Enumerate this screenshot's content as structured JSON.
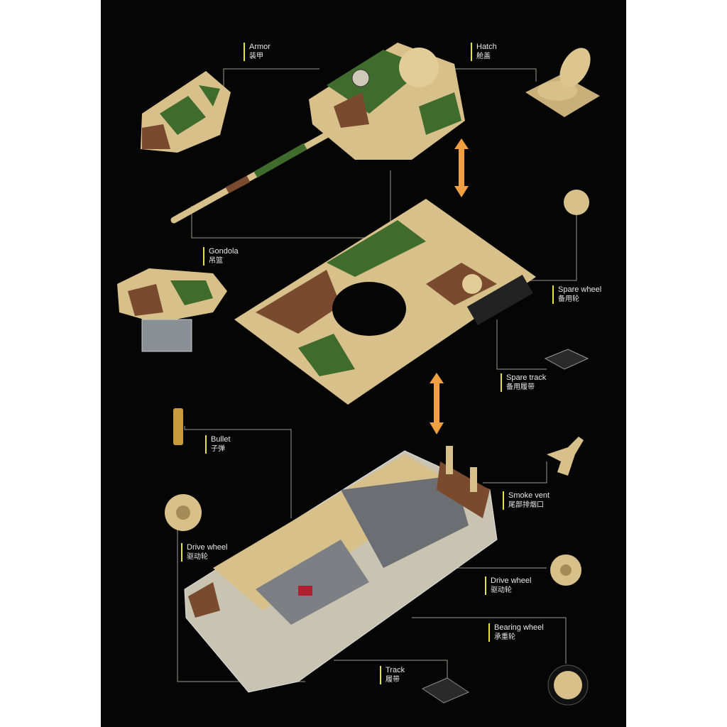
{
  "labels": {
    "armor": {
      "en": "Armor",
      "zh": "装甲"
    },
    "hatch": {
      "en": "Hatch",
      "zh": "舱盖"
    },
    "gondola": {
      "en": "Gondola",
      "zh": "吊篮"
    },
    "spare_wheel": {
      "en": "Spare wheel",
      "zh": "备用轮"
    },
    "spare_track": {
      "en": "Spare track",
      "zh": "备用履带"
    },
    "bullet": {
      "en": "Bullet",
      "zh": "子弹"
    },
    "smoke_vent": {
      "en": "Smoke vent",
      "zh": "尾部排烟口"
    },
    "drive_wheel_left": {
      "en": "Drive wheel",
      "zh": "驱动轮"
    },
    "drive_wheel_right": {
      "en": "Drive wheel",
      "zh": "驱动轮"
    },
    "bearing_wheel": {
      "en": "Bearing wheel",
      "zh": "承重轮"
    },
    "track": {
      "en": "Track",
      "zh": "履带"
    }
  },
  "colors": {
    "background": "#050505",
    "accent": "#e6e33a",
    "sand": "#d8c08a",
    "green": "#3f6b2c",
    "brown": "#7a4a2e",
    "arrow": "#f0a040"
  }
}
